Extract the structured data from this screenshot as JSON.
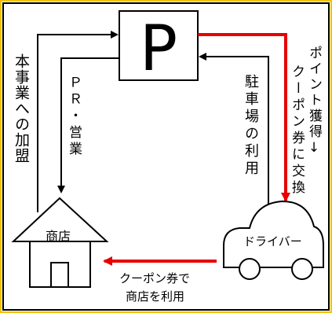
{
  "parking": {
    "symbol": "P"
  },
  "labels": {
    "business_join": "本事業への加盟",
    "pr_sales": "ＰＲ・営業",
    "parking_use": "駐車場の利用",
    "points_exchange_1": "ポイント獲得↓",
    "points_exchange_2": "クーポン券に交換",
    "shop": "商店",
    "driver": "ドライバー",
    "coupon_use_1": "クーポン券で",
    "coupon_use_2": "商店を利用"
  },
  "colors": {
    "frame": "#000000",
    "frame_accent": "#f2c200",
    "background": "#fffde6",
    "red_arrow": "#e60000",
    "black_arrow": "#000000"
  }
}
